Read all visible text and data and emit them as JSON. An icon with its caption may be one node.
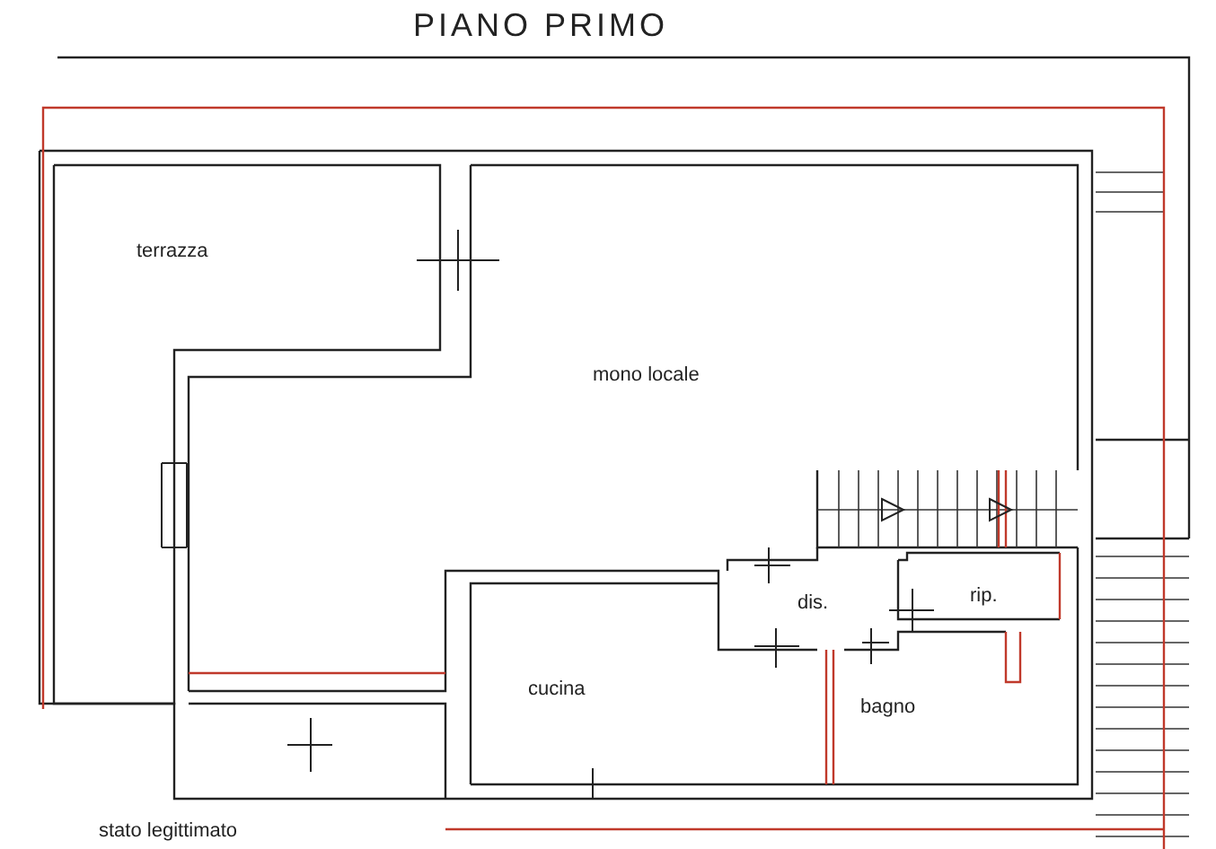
{
  "diagram": {
    "title": "PIANO PRIMO",
    "nodes": [
      {
        "text": [
          "terrazza"
        ]
      },
      {
        "text": [
          "mono locale"
        ]
      },
      {
        "text": [
          "dis."
        ]
      },
      {
        "text": [
          "rip."
        ]
      },
      {
        "text": [
          "cucina"
        ]
      },
      {
        "text": [
          "bagno"
        ]
      }
    ],
    "labels": [
      "stato legittimato"
    ]
  }
}
